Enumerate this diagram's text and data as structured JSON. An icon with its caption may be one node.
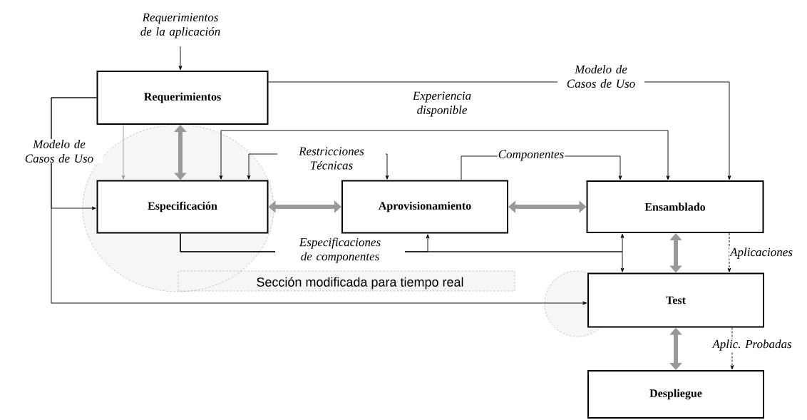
{
  "diagram": {
    "nodes": [
      {
        "text": [
          "Requerimientos"
        ]
      },
      {
        "text": [
          "Especificación"
        ]
      },
      {
        "text": [
          "Aprovisionamiento"
        ]
      },
      {
        "text": [
          "Ensamblado"
        ]
      },
      {
        "text": [
          "Test"
        ]
      },
      {
        "text": [
          "Despliegue"
        ]
      }
    ],
    "edges": [
      {
        "from": null,
        "to": 0,
        "arrow": "to",
        "label": "Requerimientos de la aplicación"
      },
      {
        "from": 0,
        "to": 3,
        "arrow": "to",
        "label": "Modelo de Casos de Uso"
      },
      {
        "from": 0,
        "to": 1,
        "arrow": "to",
        "color": "#999999"
      },
      {
        "from": 0,
        "to": 1,
        "arrow": "both",
        "style": "thick",
        "color": "#999999"
      },
      {
        "from": 0,
        "to": 1,
        "arrow": "to",
        "label": "Modelo de Casos de Uso"
      },
      {
        "from": 0,
        "to": 4,
        "arrow": "to"
      },
      {
        "from": null,
        "to": 1,
        "arrow": "to",
        "label": "Experiencia disponible"
      },
      {
        "from": null,
        "to": 3,
        "arrow": "to"
      },
      {
        "from": null,
        "to": 1,
        "arrow": "to",
        "label": "Restricciones Técnicas"
      },
      {
        "from": null,
        "to": 2,
        "arrow": "to"
      },
      {
        "from": 2,
        "to": 3,
        "arrow": "to",
        "label": "Componentes"
      },
      {
        "from": 1,
        "to": 2,
        "arrow": "both",
        "style": "thick",
        "color": "#999999"
      },
      {
        "from": 2,
        "to": 3,
        "arrow": "both",
        "style": "thick",
        "color": "#999999"
      },
      {
        "from": 1,
        "to": 2,
        "arrow": "to",
        "label": "Especificaciones de componentes"
      },
      {
        "from": 1,
        "to": 3,
        "arrow": "to"
      },
      {
        "from": 1,
        "to": 4,
        "arrow": "to"
      },
      {
        "from": 3,
        "to": 4,
        "arrow": "both",
        "style": "thick",
        "color": "#999999"
      },
      {
        "from": 3,
        "to": 4,
        "arrow": "to",
        "style": "dashed",
        "label": "Aplicaciones"
      },
      {
        "from": 4,
        "to": 5,
        "arrow": "both",
        "style": "thick",
        "color": "#999999"
      },
      {
        "from": 4,
        "to": 5,
        "arrow": "to",
        "style": "dashed",
        "label": "Aplic. Probadas"
      }
    ],
    "labels": [
      "Sección modificada para tiempo real"
    ]
  }
}
